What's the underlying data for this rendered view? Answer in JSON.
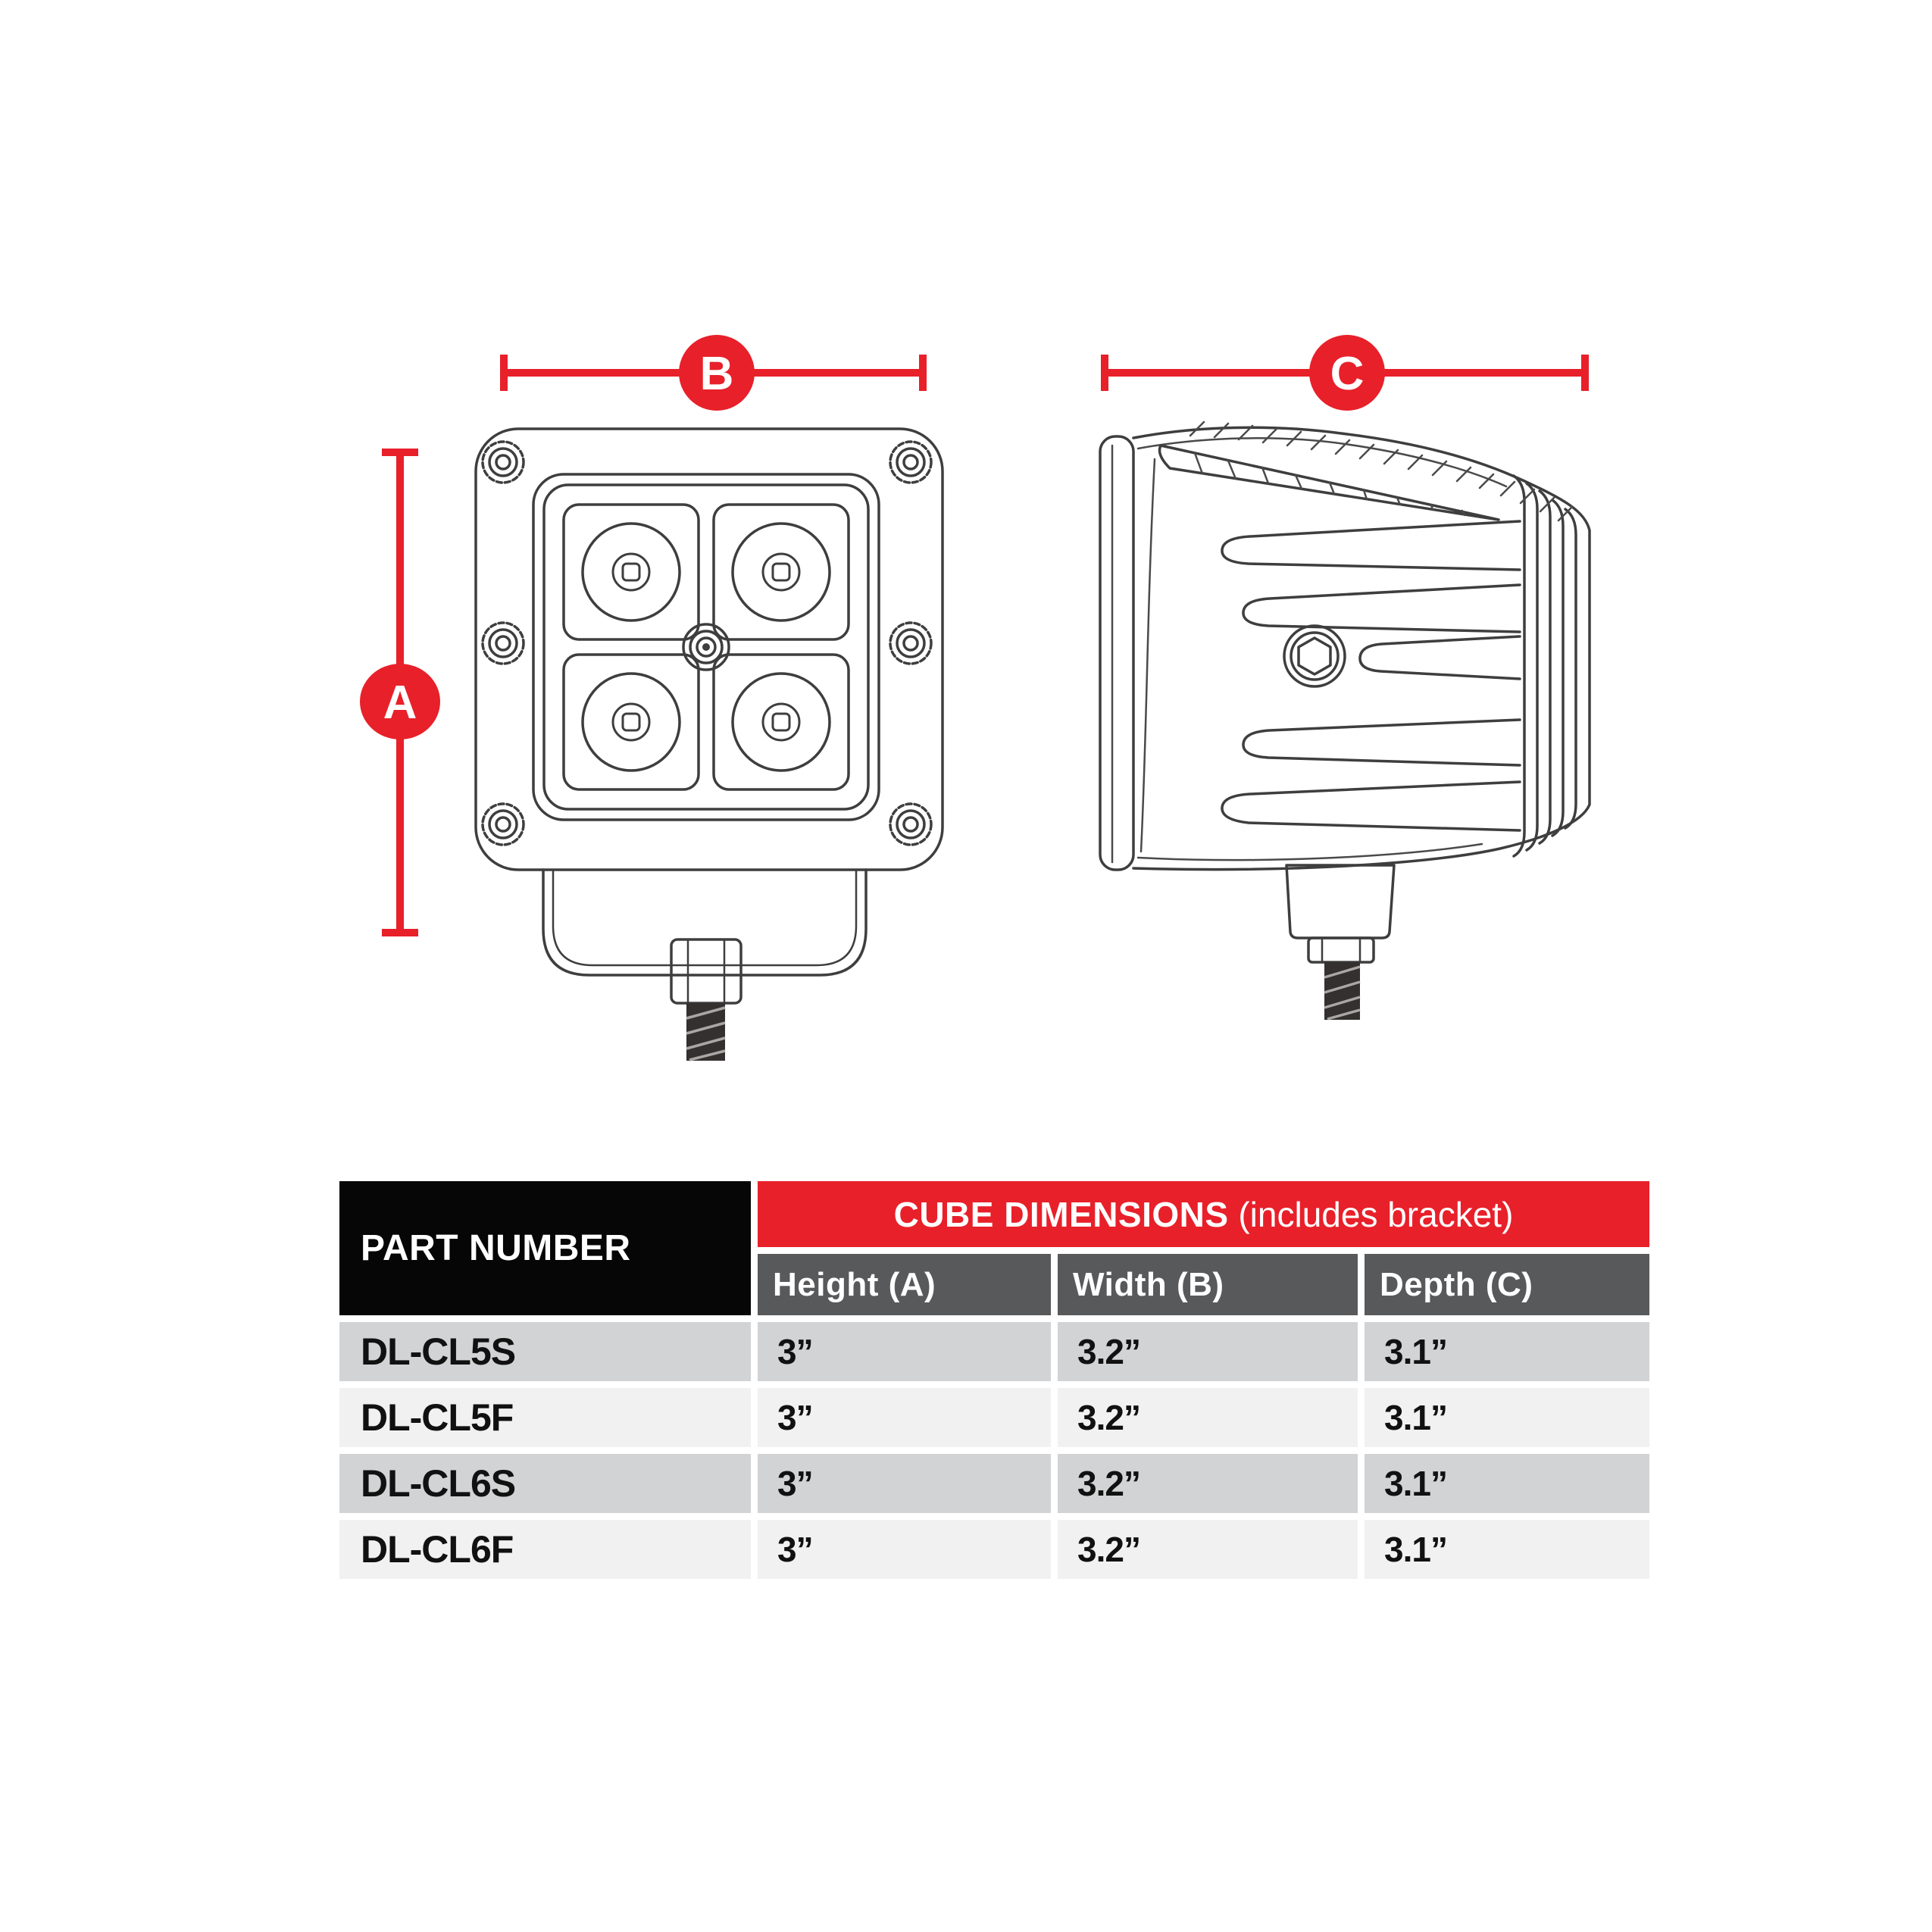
{
  "diagram": {
    "labels": {
      "a": "A",
      "b": "B",
      "c": "C"
    },
    "accent_red": "#e8202a",
    "line_color": "#3e3e3e"
  },
  "table": {
    "part_number_header": "PART NUMBER",
    "dimensions_header_bold": "CUBE DIMENSIONS",
    "dimensions_header_normal": " (includes bracket)",
    "columns": [
      "Height (A)",
      "Width (B)",
      "Depth (C)"
    ],
    "rows": [
      {
        "part": "DL-CL5S",
        "height": "3”",
        "width": "3.2”",
        "depth": "3.1”"
      },
      {
        "part": "DL-CL5F",
        "height": "3”",
        "width": "3.2”",
        "depth": "3.1”"
      },
      {
        "part": "DL-CL6S",
        "height": "3”",
        "width": "3.2”",
        "depth": "3.1”"
      },
      {
        "part": "DL-CL6F",
        "height": "3”",
        "width": "3.2”",
        "depth": "3.1”"
      }
    ],
    "colors": {
      "header_red": "#e8202a",
      "header_black": "#060606",
      "subheader_gray": "#58595b",
      "row_dark": "#d1d3d4",
      "row_light": "#f1f1f2"
    }
  }
}
